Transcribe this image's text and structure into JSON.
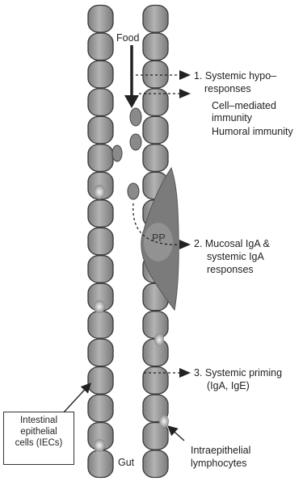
{
  "labels": {
    "food": "Food",
    "pp": "PP",
    "gut": "Gut",
    "iel": [
      "Intraepithelial",
      "lymphocytes"
    ],
    "iec": [
      "Intestinal",
      "epithelial",
      "cells (IECs)"
    ]
  },
  "responses": [
    {
      "title": [
        "1. Systemic hypo–",
        "responses"
      ],
      "sub": [
        "Cell–mediated",
        "immunity",
        "Humoral immunity"
      ]
    },
    {
      "title": [
        "2. Mucosal IgA &",
        "systemic IgA",
        "responses"
      ],
      "sub": []
    },
    {
      "title": [
        "3. Systemic priming",
        "(IgA, IgE)"
      ],
      "sub": []
    }
  ],
  "colors": {
    "cell_fill": "#9a9a9a",
    "cell_stroke": "#3a3a3a",
    "patch_fill": "#7d7d7d",
    "arrow": "#222222"
  }
}
